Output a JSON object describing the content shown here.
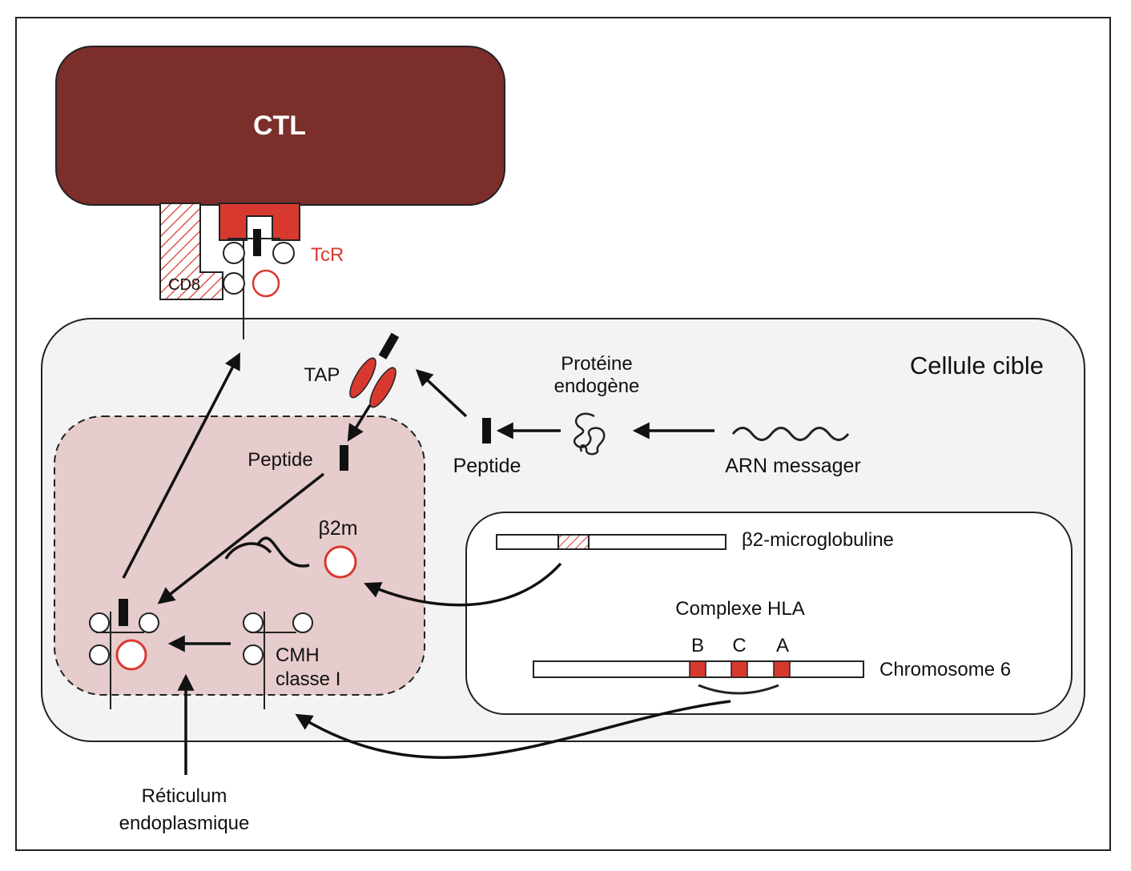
{
  "labels": {
    "ctl": "CTL",
    "tcr": "TcR",
    "cd8": "CD8",
    "cellule_cible": "Cellule cible",
    "tap": "TAP",
    "proteine_line1": "Protéine",
    "proteine_line2": "endogène",
    "peptide_cytosol": "Peptide",
    "peptide_er": "Peptide",
    "arn": "ARN messager",
    "b2m": "β2m",
    "b2_microglobuline": "β2-microglobuline",
    "complexe_hla": "Complexe HLA",
    "gene_b": "B",
    "gene_c": "C",
    "gene_a": "A",
    "chromosome": "Chromosome 6",
    "cmh_line1": "CMH",
    "cmh_line2": "classe I",
    "reticulum_line1": "Réticulum",
    "reticulum_line2": "endoplasmique"
  },
  "colors": {
    "ctl_fill": "#7b2e2a",
    "accent_red": "#d8392f",
    "er_fill": "#e6cccc",
    "cell_fill": "#f3f3f3",
    "line": "#111111"
  }
}
